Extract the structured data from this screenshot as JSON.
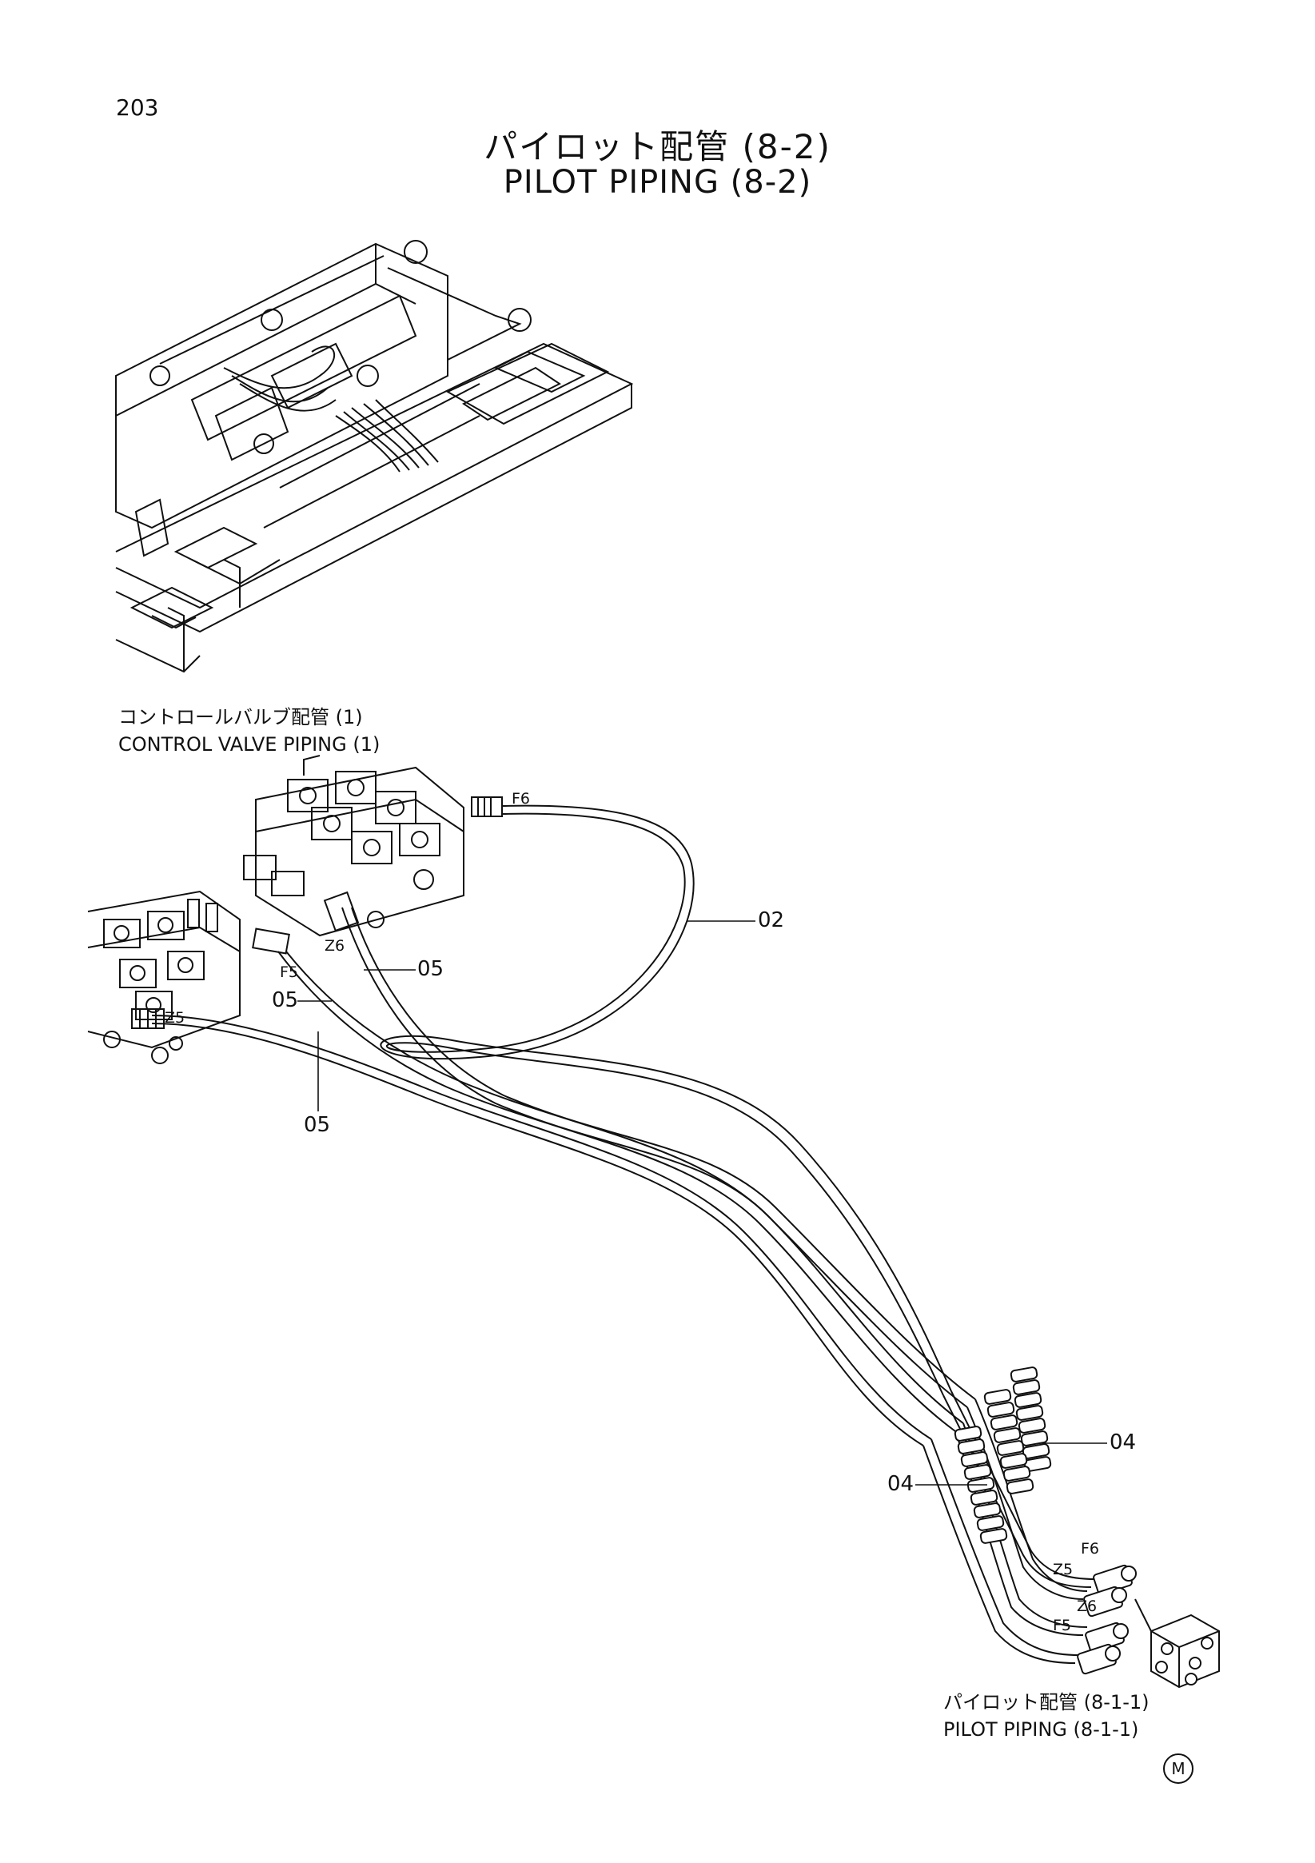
{
  "page_number": "203",
  "title_ja": "パイロット配管 (8-2)",
  "title_en": "PILOT PIPING (8-2)",
  "ref_control_valve": {
    "ja": "コントロールバルブ配管 (1)",
    "en": "CONTROL VALVE PIPING (1)"
  },
  "ref_pilot_piping": {
    "ja": "パイロット配管 (8-1-1)",
    "en": "PILOT PIPING (8-1-1)"
  },
  "part_labels": {
    "hose_02": "02",
    "hose_05_upper": "05",
    "hose_05_left": "05",
    "hose_05_bottom": "05",
    "clip_04_right": "04",
    "clip_04_left": "04"
  },
  "port_tags": {
    "f6_top": "F6",
    "z6_top": "Z6",
    "f5_top": "F5",
    "z5_top": "Z5",
    "f6_bottom": "F6",
    "z5_bottom": "Z5",
    "z6_bottom": "Z6",
    "f5_bottom": "F5"
  },
  "mark_symbol": "M"
}
